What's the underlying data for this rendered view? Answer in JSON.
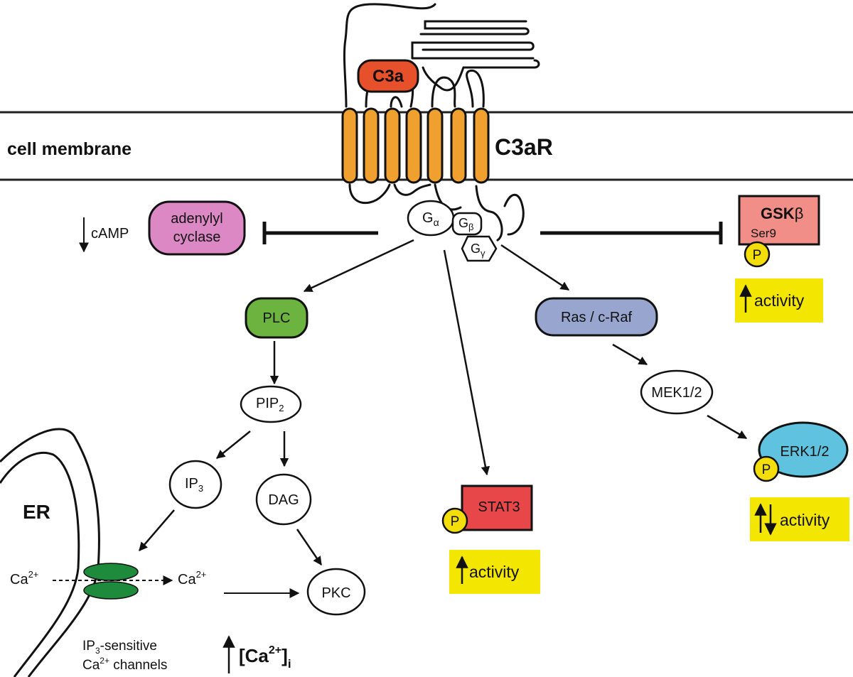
{
  "membrane": {
    "label": "cell membrane"
  },
  "receptor": {
    "label": "C3aR"
  },
  "ligand": {
    "label": "C3a"
  },
  "g_protein": {
    "alpha": {
      "base": "G",
      "sub": "α"
    },
    "beta": {
      "base": "G",
      "sub": "β"
    },
    "gamma": {
      "base": "G",
      "sub": "γ"
    }
  },
  "camp": {
    "label": "cAMP"
  },
  "adenylyl_cyclase": {
    "line1": "adenylyl",
    "line2": "cyclase"
  },
  "plc": {
    "label": "PLC"
  },
  "pip2": {
    "base": "PIP",
    "sub": "2"
  },
  "ip3": {
    "base": "IP",
    "sub": "3"
  },
  "dag": {
    "label": "DAG"
  },
  "pkc": {
    "label": "PKC"
  },
  "er": {
    "label": "ER"
  },
  "calcium": {
    "left": {
      "base": "Ca",
      "sup": "2+"
    },
    "right": {
      "base": "Ca",
      "sup": "2+"
    },
    "channels_label": {
      "line1_base": "IP",
      "line1_sub": "3",
      "line1_rest": "-sensitive",
      "line2_base": "Ca",
      "line2_sup": "2+",
      "line2_rest": " channels"
    },
    "intracellular": {
      "open": "[Ca",
      "sup": "2+",
      "close": "]",
      "sub": "i"
    }
  },
  "stat3": {
    "label": "STAT3",
    "phospho": "P",
    "activity": "activity"
  },
  "ras_craf": {
    "label": "Ras / c-Raf"
  },
  "mek": {
    "label": "MEK1/2"
  },
  "erk": {
    "label": "ERK1/2",
    "phospho": "P",
    "activity": "activity"
  },
  "gsk": {
    "label_base": "GSK",
    "label_beta": "β",
    "site": "Ser9",
    "phospho": "P",
    "activity": "activity"
  },
  "colors": {
    "helix": "#EFA02E",
    "c3a": "#E6502A",
    "adenylyl_cyclase": "#DB88C4",
    "plc": "#6CB33F",
    "stat3": "#E8474A",
    "ras_craf": "#98A5CF",
    "erk": "#5FC3E0",
    "gsk": "#F08E87",
    "phospho": "#F4DE0A",
    "highlight": "#F3E600",
    "channel": "#1E8A3C"
  }
}
